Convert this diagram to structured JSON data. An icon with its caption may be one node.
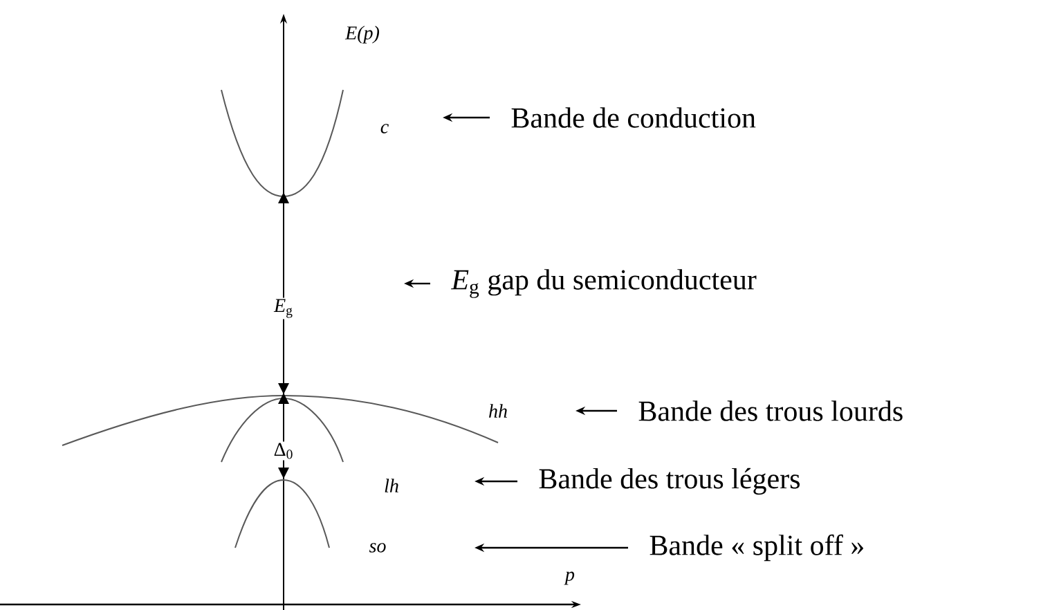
{
  "diagram": {
    "nodes": [
      {
        "text": [
          "Bande de conduction"
        ]
      },
      {
        "text": [
          "*E*$_{g}$ gap du semiconducteur"
        ]
      },
      {
        "text": [
          "Bande des trous lourds"
        ]
      },
      {
        "text": [
          "Bande des trous légers"
        ]
      },
      {
        "text": [
          "Bande « split  off »"
        ]
      }
    ],
    "edges": [
      {
        "from": 0,
        "to": null,
        "arrow": "to"
      },
      {
        "from": 1,
        "to": null,
        "arrow": "to"
      },
      {
        "from": 2,
        "to": null,
        "arrow": "to"
      },
      {
        "from": 3,
        "to": null,
        "arrow": "to"
      },
      {
        "from": 4,
        "to": null,
        "arrow": "to"
      }
    ],
    "labels": [
      "E(p)",
      "c",
      "*E*$_{g}$",
      "hh",
      "Δ$_{0}$",
      "lh",
      "so",
      "p"
    ]
  }
}
